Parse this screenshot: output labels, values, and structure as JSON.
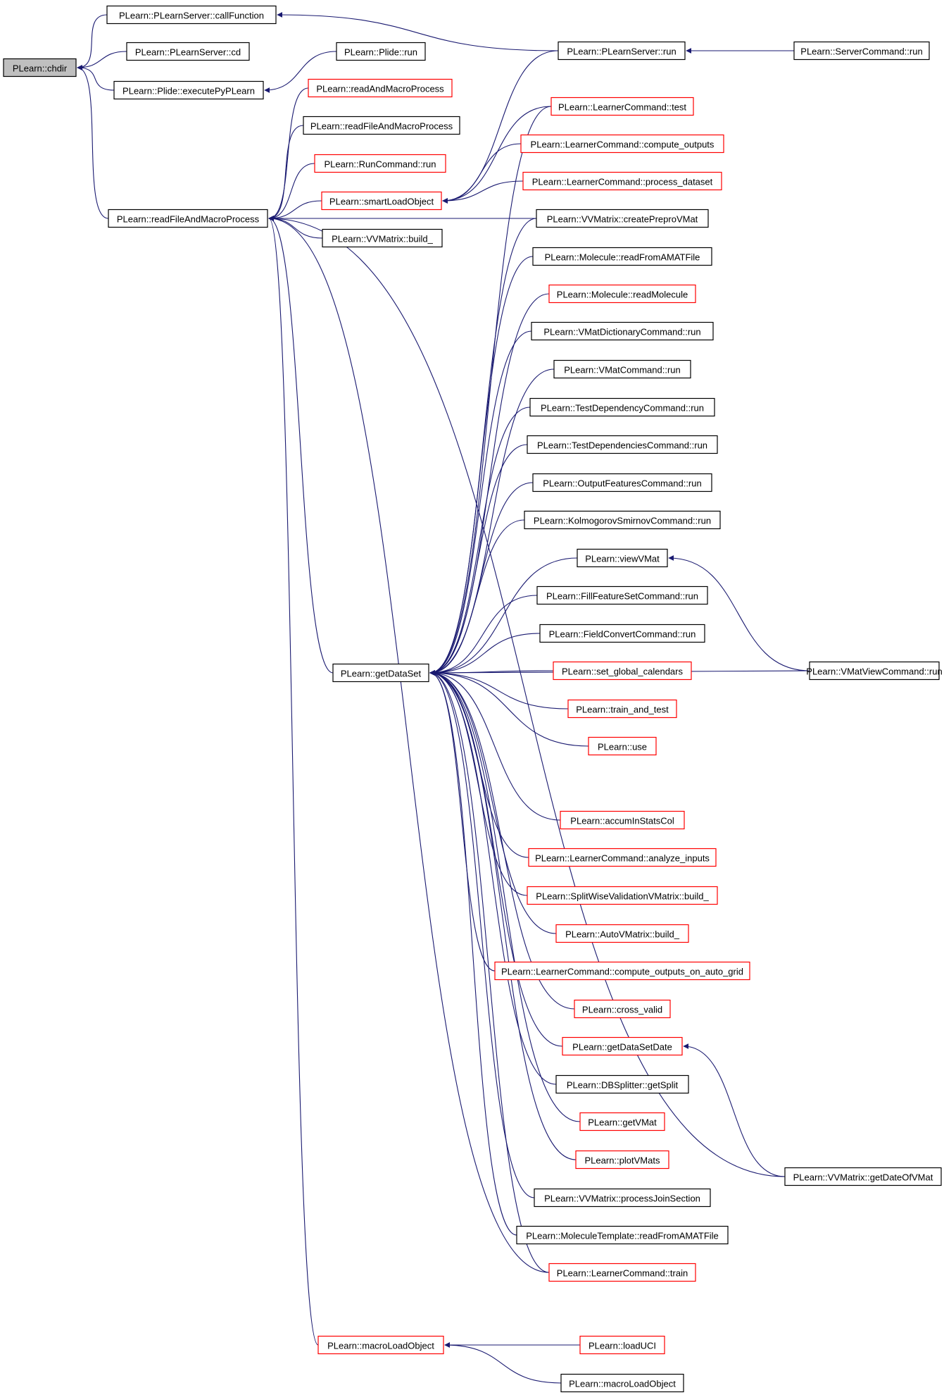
{
  "colors": {
    "edge": "#191970",
    "border_default": "#000000",
    "border_truncated": "#ff0000",
    "root_fill": "#bfbfbf",
    "node_fill": "#ffffff"
  },
  "nodes": [
    {
      "id": "chdir",
      "label": "PLearn::chdir",
      "style": "root"
    },
    {
      "id": "callFunction",
      "label": "PLearn::PLearnServer::callFunction",
      "style": "normal"
    },
    {
      "id": "cd",
      "label": "PLearn::PLearnServer::cd",
      "style": "normal"
    },
    {
      "id": "executePyPLearn",
      "label": "PLearn::Plide::executePyPLearn",
      "style": "normal"
    },
    {
      "id": "plideRun",
      "label": "PLearn::Plide::run",
      "style": "normal"
    },
    {
      "id": "readFileAndMacroProcess",
      "label": "PLearn::readFileAndMacroProcess",
      "style": "normal"
    },
    {
      "id": "readAndMacroProcess",
      "label": "PLearn::readAndMacroProcess",
      "style": "truncated"
    },
    {
      "id": "readFileAndMacroProcess2",
      "label": "PLearn::readFileAndMacroProcess",
      "style": "normal"
    },
    {
      "id": "runCommandRun",
      "label": "PLearn::RunCommand::run",
      "style": "truncated"
    },
    {
      "id": "smartLoadObject",
      "label": "PLearn::smartLoadObject",
      "style": "truncated"
    },
    {
      "id": "vvmBuild",
      "label": "PLearn::VVMatrix::build_",
      "style": "normal"
    },
    {
      "id": "serverRun",
      "label": "PLearn::PLearnServer::run",
      "style": "normal"
    },
    {
      "id": "serverCommandRun",
      "label": "PLearn::ServerCommand::run",
      "style": "normal"
    },
    {
      "id": "lcTest",
      "label": "PLearn::LearnerCommand::test",
      "style": "truncated"
    },
    {
      "id": "lcComputeOutputs",
      "label": "PLearn::LearnerCommand::compute_outputs",
      "style": "truncated"
    },
    {
      "id": "lcProcessDataset",
      "label": "PLearn::LearnerCommand::process_dataset",
      "style": "truncated"
    },
    {
      "id": "createPreproVMat",
      "label": "PLearn::VVMatrix::createPreproVMat",
      "style": "normal"
    },
    {
      "id": "molReadFromAMATFile",
      "label": "PLearn::Molecule::readFromAMATFile",
      "style": "normal"
    },
    {
      "id": "molReadMolecule",
      "label": "PLearn::Molecule::readMolecule",
      "style": "truncated"
    },
    {
      "id": "vmatDictRun",
      "label": "PLearn::VMatDictionaryCommand::run",
      "style": "normal"
    },
    {
      "id": "vmatCmdRun",
      "label": "PLearn::VMatCommand::run",
      "style": "normal"
    },
    {
      "id": "testDepRun",
      "label": "PLearn::TestDependencyCommand::run",
      "style": "normal"
    },
    {
      "id": "testDepsRun",
      "label": "PLearn::TestDependenciesCommand::run",
      "style": "normal"
    },
    {
      "id": "outFeatRun",
      "label": "PLearn::OutputFeaturesCommand::run",
      "style": "normal"
    },
    {
      "id": "ksRun",
      "label": "PLearn::KolmogorovSmirnovCommand::run",
      "style": "normal"
    },
    {
      "id": "viewVMat",
      "label": "PLearn::viewVMat",
      "style": "normal"
    },
    {
      "id": "fillFeatRun",
      "label": "PLearn::FillFeatureSetCommand::run",
      "style": "normal"
    },
    {
      "id": "fieldConvRun",
      "label": "PLearn::FieldConvertCommand::run",
      "style": "normal"
    },
    {
      "id": "getDataSet",
      "label": "PLearn::getDataSet",
      "style": "normal"
    },
    {
      "id": "setGlobalCal",
      "label": "PLearn::set_global_calendars",
      "style": "truncated"
    },
    {
      "id": "trainAndTest",
      "label": "PLearn::train_and_test",
      "style": "truncated"
    },
    {
      "id": "use",
      "label": "PLearn::use",
      "style": "truncated"
    },
    {
      "id": "vmatViewRun",
      "label": "PLearn::VMatViewCommand::run",
      "style": "normal"
    },
    {
      "id": "accumInStatsCol",
      "label": "PLearn::accumInStatsCol",
      "style": "truncated"
    },
    {
      "id": "lcAnalyzeInputs",
      "label": "PLearn::LearnerCommand::analyze_inputs",
      "style": "truncated"
    },
    {
      "id": "splitWiseBuild",
      "label": "PLearn::SplitWiseValidationVMatrix::build_",
      "style": "truncated"
    },
    {
      "id": "autoVMatBuild",
      "label": "PLearn::AutoVMatrix::build_",
      "style": "truncated"
    },
    {
      "id": "lcComputeOutputsGrid",
      "label": "PLearn::LearnerCommand::compute_outputs_on_auto_grid",
      "style": "truncated"
    },
    {
      "id": "crossValid",
      "label": "PLearn::cross_valid",
      "style": "truncated"
    },
    {
      "id": "getDataSetDate",
      "label": "PLearn::getDataSetDate",
      "style": "truncated"
    },
    {
      "id": "dbSplitterGetSplit",
      "label": "PLearn::DBSplitter::getSplit",
      "style": "normal"
    },
    {
      "id": "getVMat",
      "label": "PLearn::getVMat",
      "style": "truncated"
    },
    {
      "id": "plotVMats",
      "label": "PLearn::plotVMats",
      "style": "truncated"
    },
    {
      "id": "processJoinSection",
      "label": "PLearn::VVMatrix::processJoinSection",
      "style": "normal"
    },
    {
      "id": "molTplReadFromAMATFile",
      "label": "PLearn::MoleculeTemplate::readFromAMATFile",
      "style": "normal"
    },
    {
      "id": "lcTrain",
      "label": "PLearn::LearnerCommand::train",
      "style": "truncated"
    },
    {
      "id": "getDateOfVMat",
      "label": "PLearn::VVMatrix::getDateOfVMat",
      "style": "normal"
    },
    {
      "id": "macroLoadObject",
      "label": "PLearn::macroLoadObject",
      "style": "truncated"
    },
    {
      "id": "loadUCI",
      "label": "PLearn::loadUCI",
      "style": "truncated"
    },
    {
      "id": "macroLoadObject2",
      "label": "PLearn::macroLoadObject",
      "style": "normal"
    }
  ],
  "edges": [
    [
      "chdir",
      "callFunction"
    ],
    [
      "chdir",
      "cd"
    ],
    [
      "chdir",
      "executePyPLearn"
    ],
    [
      "chdir",
      "readFileAndMacroProcess"
    ],
    [
      "callFunction",
      "serverRun"
    ],
    [
      "serverRun",
      "serverCommandRun"
    ],
    [
      "executePyPLearn",
      "plideRun"
    ],
    [
      "readFileAndMacroProcess",
      "readAndMacroProcess"
    ],
    [
      "readFileAndMacroProcess",
      "readFileAndMacroProcess2"
    ],
    [
      "readFileAndMacroProcess",
      "runCommandRun"
    ],
    [
      "readFileAndMacroProcess",
      "smartLoadObject"
    ],
    [
      "readFileAndMacroProcess",
      "vvmBuild"
    ],
    [
      "readFileAndMacroProcess",
      "createPreproVMat"
    ],
    [
      "readFileAndMacroProcess",
      "getDataSet"
    ],
    [
      "readFileAndMacroProcess",
      "lcTrain"
    ],
    [
      "readFileAndMacroProcess",
      "getDateOfVMat"
    ],
    [
      "readFileAndMacroProcess",
      "macroLoadObject"
    ],
    [
      "smartLoadObject",
      "serverRun"
    ],
    [
      "smartLoadObject",
      "lcTest"
    ],
    [
      "smartLoadObject",
      "lcComputeOutputs"
    ],
    [
      "smartLoadObject",
      "lcProcessDataset"
    ],
    [
      "getDataSet",
      "lcTest"
    ],
    [
      "getDataSet",
      "createPreproVMat"
    ],
    [
      "getDataSet",
      "molReadFromAMATFile"
    ],
    [
      "getDataSet",
      "molReadMolecule"
    ],
    [
      "getDataSet",
      "vmatDictRun"
    ],
    [
      "getDataSet",
      "vmatCmdRun"
    ],
    [
      "getDataSet",
      "testDepRun"
    ],
    [
      "getDataSet",
      "testDepsRun"
    ],
    [
      "getDataSet",
      "outFeatRun"
    ],
    [
      "getDataSet",
      "ksRun"
    ],
    [
      "getDataSet",
      "viewVMat"
    ],
    [
      "getDataSet",
      "fillFeatRun"
    ],
    [
      "getDataSet",
      "fieldConvRun"
    ],
    [
      "getDataSet",
      "setGlobalCal"
    ],
    [
      "getDataSet",
      "trainAndTest"
    ],
    [
      "getDataSet",
      "use"
    ],
    [
      "getDataSet",
      "vmatViewRun"
    ],
    [
      "getDataSet",
      "accumInStatsCol"
    ],
    [
      "getDataSet",
      "lcAnalyzeInputs"
    ],
    [
      "getDataSet",
      "splitWiseBuild"
    ],
    [
      "getDataSet",
      "autoVMatBuild"
    ],
    [
      "getDataSet",
      "lcComputeOutputsGrid"
    ],
    [
      "getDataSet",
      "crossValid"
    ],
    [
      "getDataSet",
      "getDataSetDate"
    ],
    [
      "getDataSet",
      "dbSplitterGetSplit"
    ],
    [
      "getDataSet",
      "getVMat"
    ],
    [
      "getDataSet",
      "plotVMats"
    ],
    [
      "getDataSet",
      "processJoinSection"
    ],
    [
      "getDataSet",
      "molTplReadFromAMATFile"
    ],
    [
      "getDataSet",
      "lcTrain"
    ],
    [
      "viewVMat",
      "vmatViewRun"
    ],
    [
      "getDataSetDate",
      "getDateOfVMat"
    ],
    [
      "macroLoadObject",
      "loadUCI"
    ],
    [
      "macroLoadObject",
      "macroLoadObject2"
    ]
  ]
}
